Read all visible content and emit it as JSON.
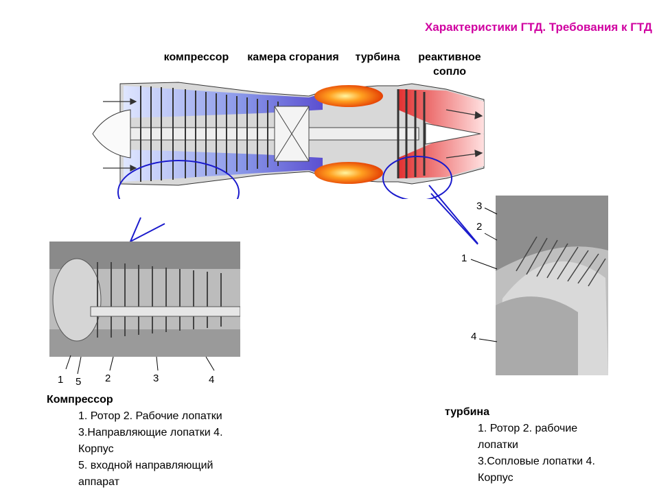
{
  "slide": {
    "title": "Характеристики ГТД. Требования к ГТД"
  },
  "engine": {
    "labels": {
      "compressor": "компрессор",
      "combustor": "камера сгорания",
      "turbine": "турбина",
      "nozzle_line1": "реактивное",
      "nozzle_line2": "сопло"
    }
  },
  "compressor_photo": {
    "numbers": [
      "1",
      "5",
      "2",
      "3",
      "4"
    ]
  },
  "turbine_photo": {
    "numbers": [
      "3",
      "2",
      "1",
      "4"
    ]
  },
  "compressor_caption": {
    "title": "Компрессор",
    "line1": "1. Ротор    2. Рабочие лопатки",
    "line2": "3.Направляющие лопатки 4.",
    "line3": "Корпус",
    "line4": "5. входной направляющий",
    "line5": "аппарат"
  },
  "turbine_caption": {
    "title": "турбина",
    "line1": "1. Ротор    2. рабочие",
    "line2": "лопатки",
    "line3": "3.Сопловые лопатки 4.",
    "line4": "Корпус"
  },
  "colors": {
    "title": "#d000a0",
    "highlight_circle": "#1a1acc"
  }
}
